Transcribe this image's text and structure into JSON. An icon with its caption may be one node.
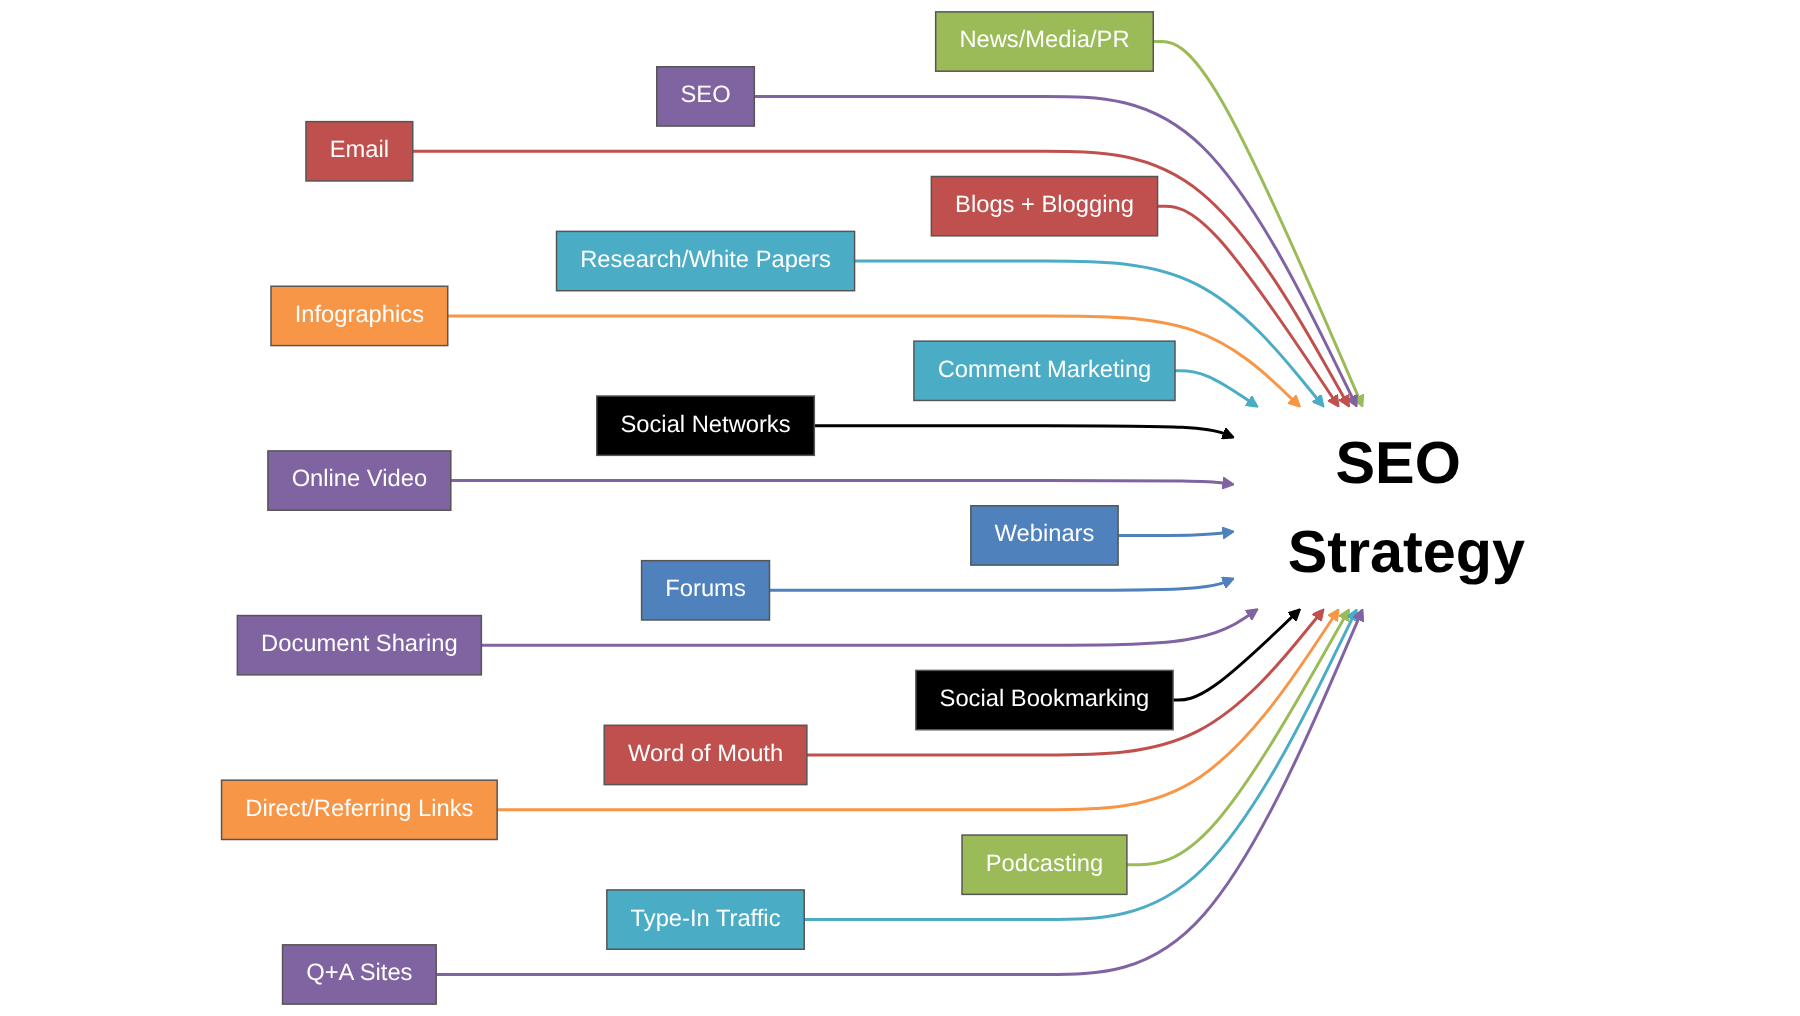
{
  "diagram": {
    "nodes": [
      {
        "text": [
          "SEO Strategy"
        ]
      },
      {
        "text": [
          "News/Media/PR"
        ]
      },
      {
        "text": [
          "SEO"
        ]
      },
      {
        "text": [
          "Email"
        ]
      },
      {
        "text": [
          "Blogs + Blogging"
        ]
      },
      {
        "text": [
          "Research/White Papers"
        ]
      },
      {
        "text": [
          "Infographics"
        ]
      },
      {
        "text": [
          "Comment Marketing"
        ]
      },
      {
        "text": [
          "Social Networks"
        ]
      },
      {
        "text": [
          "Online Video"
        ]
      },
      {
        "text": [
          "Webinars"
        ]
      },
      {
        "text": [
          "Forums"
        ]
      },
      {
        "text": [
          "Document Sharing"
        ]
      },
      {
        "text": [
          "Social Bookmarking"
        ]
      },
      {
        "text": [
          "Word of Mouth"
        ]
      },
      {
        "text": [
          "Direct/Referring Links"
        ]
      },
      {
        "text": [
          "Podcasting"
        ]
      },
      {
        "text": [
          "Type-In Traffic"
        ]
      },
      {
        "text": [
          "Q+A Sites"
        ]
      }
    ],
    "edges": [
      {
        "from": 1,
        "to": 0,
        "arrow": "to",
        "color": "#9bbb59"
      },
      {
        "from": 2,
        "to": 0,
        "arrow": "to",
        "color": "#8064a2"
      },
      {
        "from": 3,
        "to": 0,
        "arrow": "to",
        "color": "#c0504d"
      },
      {
        "from": 4,
        "to": 0,
        "arrow": "to",
        "color": "#c0504d"
      },
      {
        "from": 5,
        "to": 0,
        "arrow": "to",
        "color": "#4bacc6"
      },
      {
        "from": 6,
        "to": 0,
        "arrow": "to",
        "color": "#f79646"
      },
      {
        "from": 7,
        "to": 0,
        "arrow": "to",
        "color": "#4bacc6"
      },
      {
        "from": 8,
        "to": 0,
        "arrow": "to",
        "color": "#000000"
      },
      {
        "from": 9,
        "to": 0,
        "arrow": "to",
        "color": "#8064a2"
      },
      {
        "from": 10,
        "to": 0,
        "arrow": "to",
        "color": "#4f81bd"
      },
      {
        "from": 11,
        "to": 0,
        "arrow": "to",
        "color": "#4f81bd"
      },
      {
        "from": 12,
        "to": 0,
        "arrow": "to",
        "color": "#8064a2"
      },
      {
        "from": 13,
        "to": 0,
        "arrow": "to",
        "color": "#000000"
      },
      {
        "from": 14,
        "to": 0,
        "arrow": "to",
        "color": "#c0504d"
      },
      {
        "from": 15,
        "to": 0,
        "arrow": "to",
        "color": "#f79646"
      },
      {
        "from": 16,
        "to": 0,
        "arrow": "to",
        "color": "#9bbb59"
      },
      {
        "from": 17,
        "to": 0,
        "arrow": "to",
        "color": "#4bacc6"
      },
      {
        "from": 18,
        "to": 0,
        "arrow": "to",
        "color": "#8064a2"
      }
    ]
  }
}
